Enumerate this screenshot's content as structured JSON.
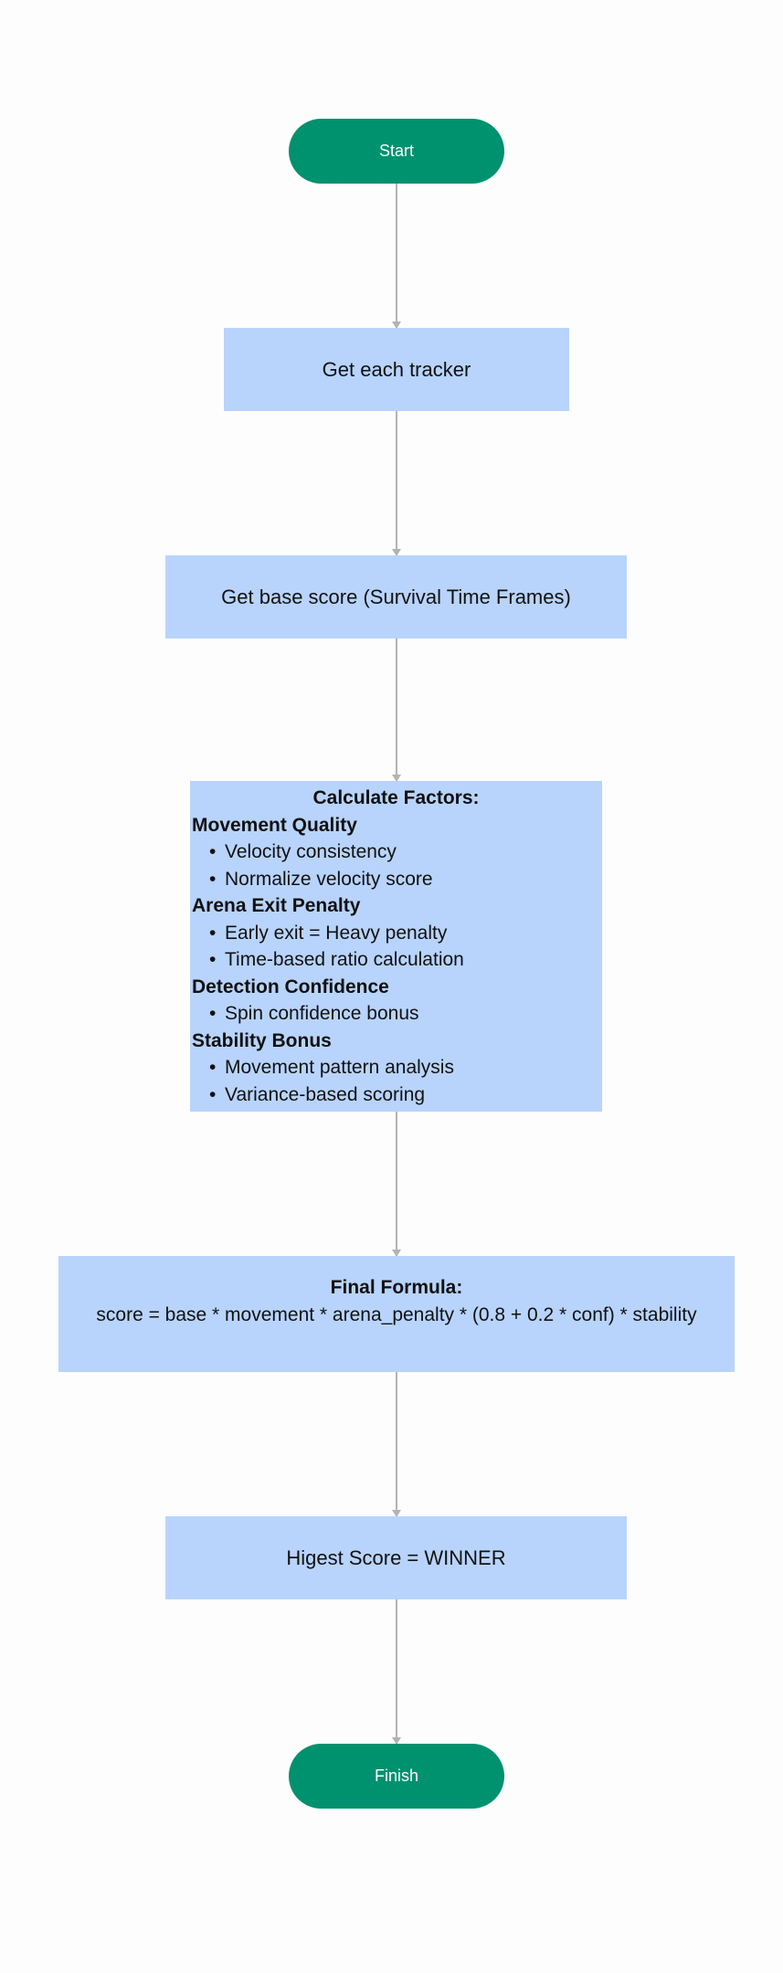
{
  "diagram": {
    "type": "flowchart",
    "colors": {
      "terminal_fill": "#00916e",
      "terminal_text": "#ffffff",
      "process_fill": "#b8d4fc",
      "connector": "#b3b3b3"
    },
    "start": {
      "label": "Start"
    },
    "steps": {
      "get_tracker": {
        "label": "Get each tracker"
      },
      "base_score": {
        "label": "Get base score (Survival Time Frames)"
      },
      "factors": {
        "title": "Calculate Factors:",
        "groups": [
          {
            "heading": "Movement Quality",
            "items": [
              "Velocity consistency",
              "Normalize velocity score"
            ]
          },
          {
            "heading": "Arena Exit Penalty",
            "items": [
              "Early exit = Heavy penalty",
              "Time-based ratio calculation"
            ]
          },
          {
            "heading": "Detection Confidence",
            "items": [
              "Spin confidence bonus"
            ]
          },
          {
            "heading": "Stability Bonus",
            "items": [
              "Movement pattern analysis",
              "Variance-based scoring"
            ]
          }
        ]
      },
      "formula": {
        "title": "Final Formula:",
        "expression": "score = base * movement * arena_penalty * (0.8 + 0.2 * conf) * stability"
      },
      "winner": {
        "label": "Higest Score = WINNER"
      }
    },
    "finish": {
      "label": "Finish"
    }
  }
}
